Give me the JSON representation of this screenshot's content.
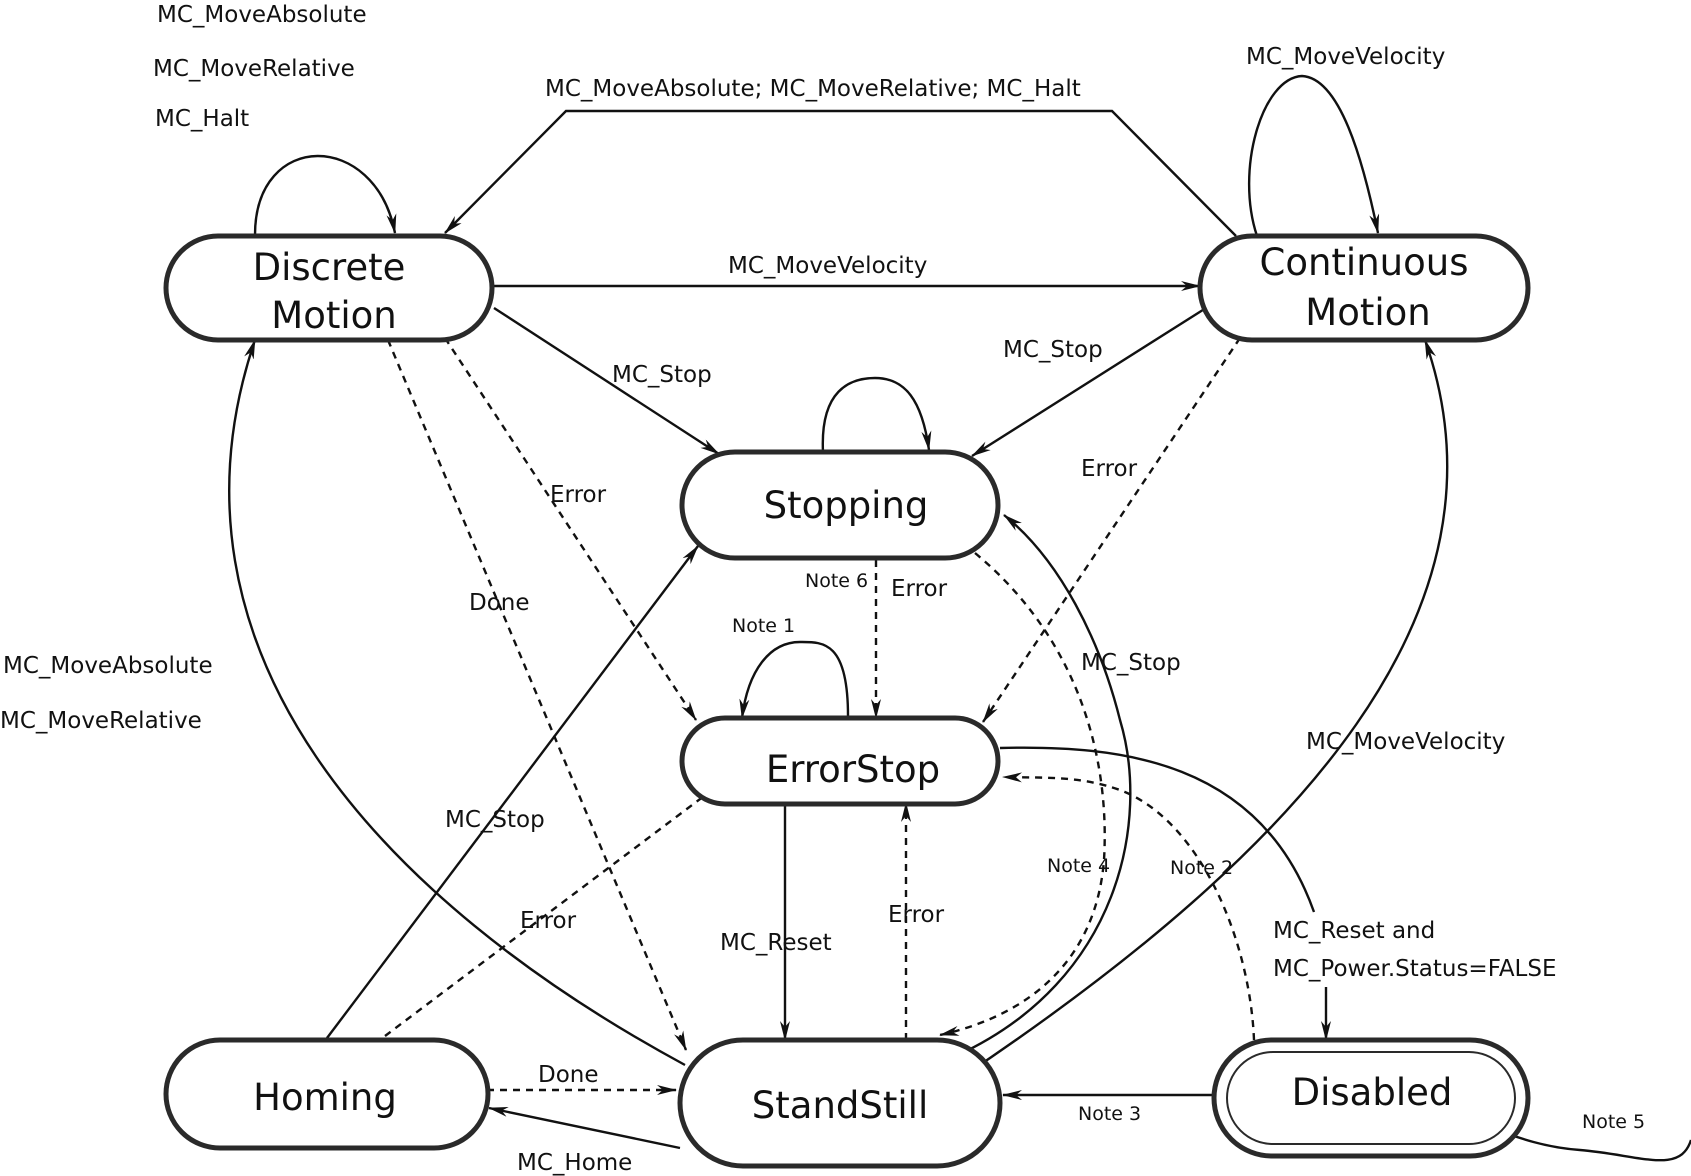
{
  "diagram": {
    "title": "",
    "states": {
      "discrete_motion": [
        "Discrete",
        "Motion"
      ],
      "continuous_motion": [
        "Continuous",
        "Motion"
      ],
      "stopping": "Stopping",
      "error_stop": "ErrorStop",
      "homing": "Homing",
      "standstill": "StandStill",
      "disabled": "Disabled"
    },
    "labels": {
      "discrete_self_1": "MC_MoveAbsolute",
      "discrete_self_2": "MC_MoveRelative",
      "discrete_self_3": "MC_Halt",
      "continuous_to_discrete": "MC_MoveAbsolute; MC_MoveRelative; MC_Halt",
      "continuous_self": "MC_MoveVelocity",
      "discrete_to_continuous": "MC_MoveVelocity",
      "discrete_to_stopping": "MC_Stop",
      "continuous_to_stopping": "MC_Stop",
      "discrete_error": "Error",
      "continuous_error": "Error",
      "discrete_done": "Done",
      "standstill_to_discrete_1": "MC_MoveAbsolute",
      "standstill_to_discrete_2": "MC_MoveRelative",
      "note6": "Note 6",
      "stopping_error": "Error",
      "note1": "Note 1",
      "standstill_stop": "MC_Stop",
      "homing_stop": "MC_Stop",
      "homing_error": "Error",
      "reset": "MC_Reset",
      "standstill_error": "Error",
      "note4": "Note 4",
      "note2": "Note 2",
      "standstill_to_continuous": "MC_MoveVelocity",
      "reset_power_1": "MC_Reset and",
      "reset_power_2": "MC_Power.Status=FALSE",
      "homing_done": "Done",
      "home": "MC_Home",
      "note3": "Note 3",
      "note5": "Note 5"
    }
  }
}
